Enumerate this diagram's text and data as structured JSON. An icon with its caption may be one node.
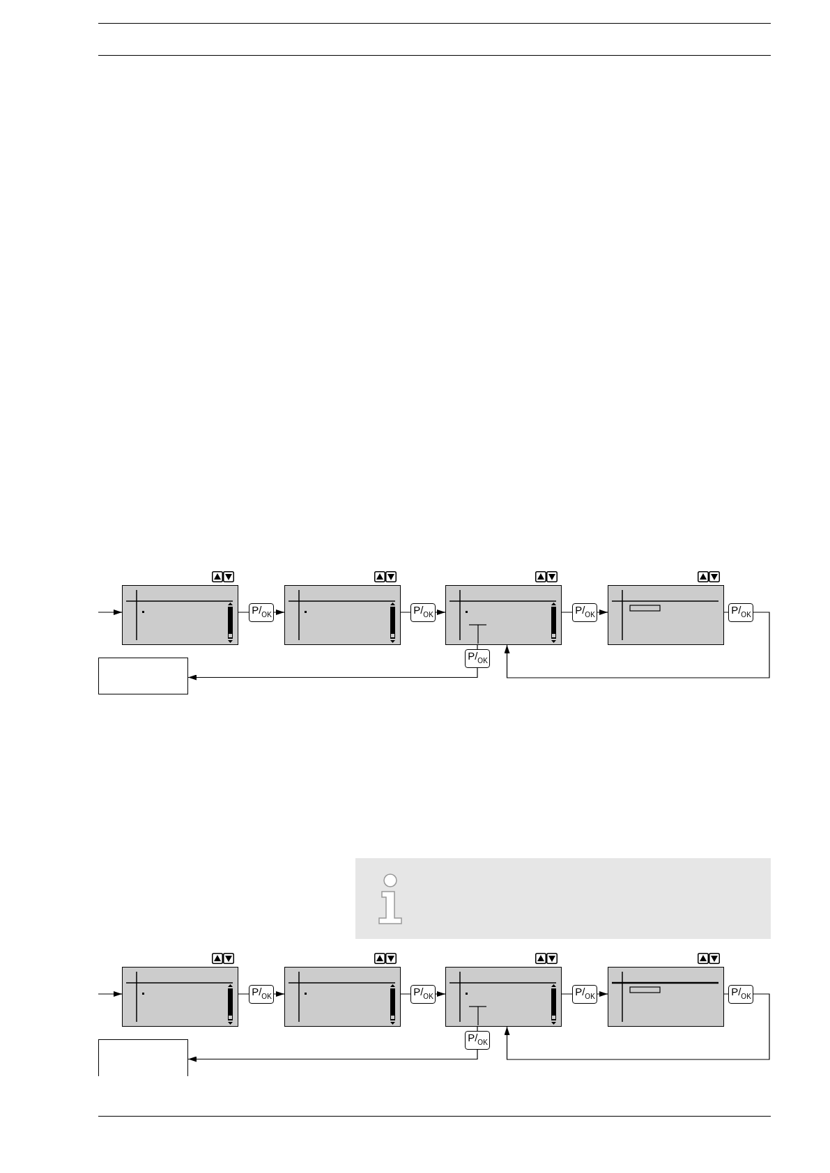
{
  "diagram": {
    "nodes": [
      {
        "text": [],
        "shape": "box"
      },
      {
        "text": [],
        "shape": "box"
      },
      {
        "text": [],
        "shape": "box"
      },
      {
        "text": [],
        "shape": "box"
      },
      {
        "text": [],
        "shape": "box"
      },
      {
        "text": [],
        "shape": "box"
      },
      {
        "text": [],
        "shape": "box"
      },
      {
        "text": [],
        "shape": "box"
      },
      {
        "text": [],
        "shape": "box"
      },
      {
        "text": [],
        "shape": "box"
      }
    ],
    "edges": [
      {
        "from": null,
        "to": 0,
        "arrow": "to"
      },
      {
        "from": 0,
        "to": 1,
        "arrow": "to",
        "label": "P/$_{OK}$"
      },
      {
        "from": 1,
        "to": 2,
        "arrow": "to",
        "label": "P/$_{OK}$"
      },
      {
        "from": 2,
        "to": 3,
        "arrow": "to",
        "label": "P/$_{OK}$"
      },
      {
        "from": 3,
        "to": 2,
        "arrow": "to",
        "label": "P/$_{OK}$"
      },
      {
        "from": 2,
        "to": 4,
        "arrow": "to",
        "label": "P/$_{OK}$"
      },
      {
        "from": null,
        "to": 5,
        "arrow": "to"
      },
      {
        "from": 5,
        "to": 6,
        "arrow": "to",
        "label": "P/$_{OK}$"
      },
      {
        "from": 6,
        "to": 7,
        "arrow": "to",
        "label": "P/$_{OK}$"
      },
      {
        "from": 7,
        "to": 8,
        "arrow": "to",
        "label": "P/$_{OK}$"
      },
      {
        "from": 8,
        "to": 7,
        "arrow": "to",
        "label": "P/$_{OK}$"
      },
      {
        "from": 7,
        "to": 9,
        "arrow": "to",
        "label": "P/$_{OK}$"
      }
    ]
  }
}
